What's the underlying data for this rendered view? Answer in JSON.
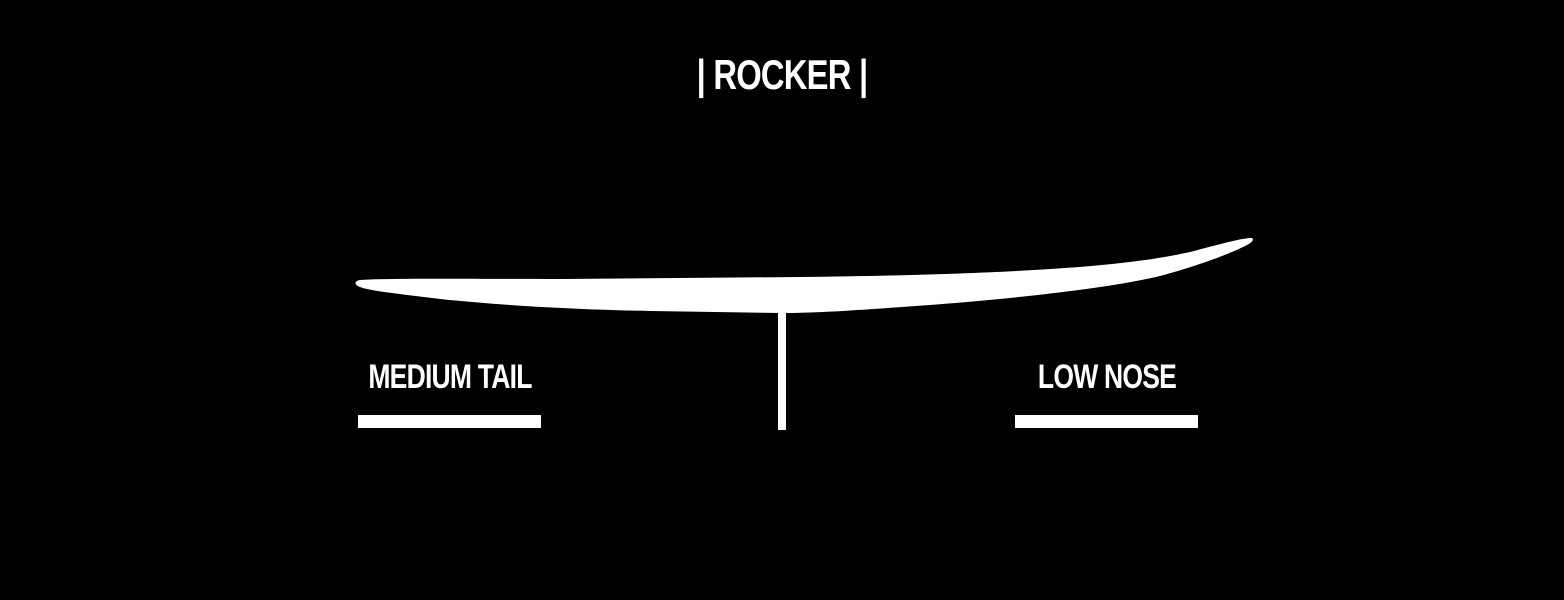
{
  "diagram": {
    "title": "| ROCKER |",
    "labels": {
      "tail": "MEDIUM TAIL",
      "nose": "LOW NOSE"
    },
    "colors": {
      "background": "#000000",
      "foreground": "#ffffff"
    },
    "icons": {
      "board": "surfboard-rocker-profile-icon",
      "center": "center-marker-line"
    }
  }
}
